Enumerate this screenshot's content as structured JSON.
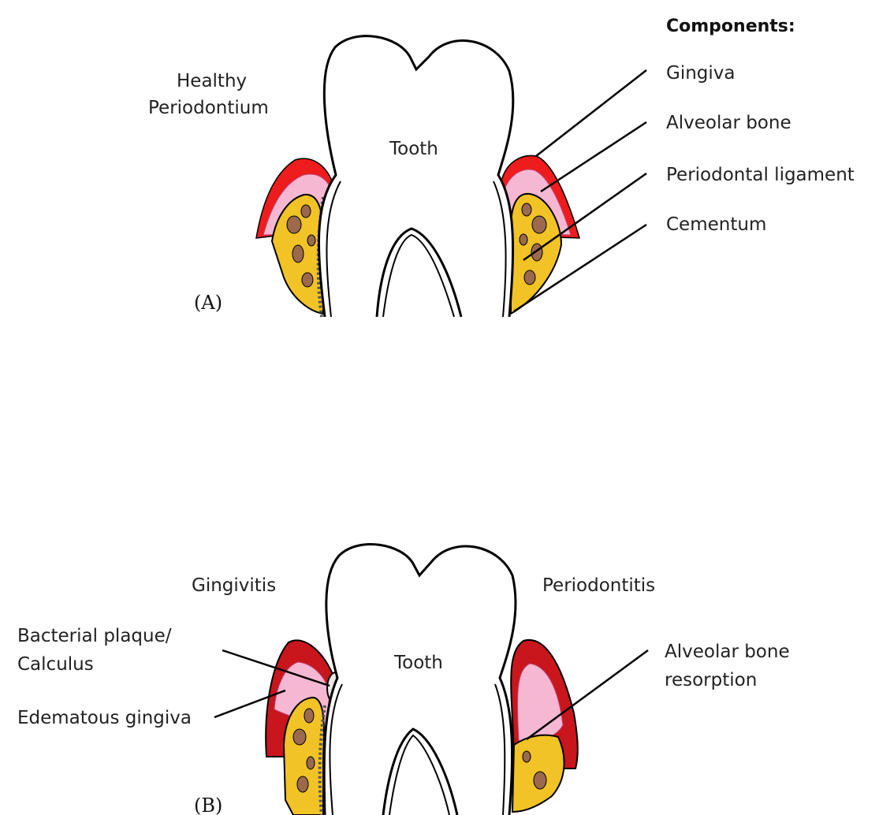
{
  "panel_a": {
    "panel_label": "(A)",
    "title_line1": "Healthy",
    "title_line2": "Periodontium",
    "tooth_label": "Tooth",
    "components_heading": "Components:",
    "components": [
      "Gingiva",
      "Alveolar bone",
      "Periodontal ligament",
      "Cementum"
    ]
  },
  "panel_b": {
    "panel_label": "(B)",
    "tooth_label": "Tooth",
    "left_title": "Gingivitis",
    "right_title": "Periodontitis",
    "plaque_line1": "Bacterial plaque/",
    "plaque_line2": "Calculus",
    "edematous": "Edematous gingiva",
    "resorption_line1": "Alveolar bone",
    "resorption_line2": "resorption"
  },
  "colors": {
    "gingiva_healthy": "#ee1c1c",
    "gingiva_inflamed": "#c8161c",
    "gingiva_pink": "#f6b7d2",
    "bone": "#f2c326",
    "bone_spots": "#9b6a4e",
    "outline": "#000000"
  }
}
